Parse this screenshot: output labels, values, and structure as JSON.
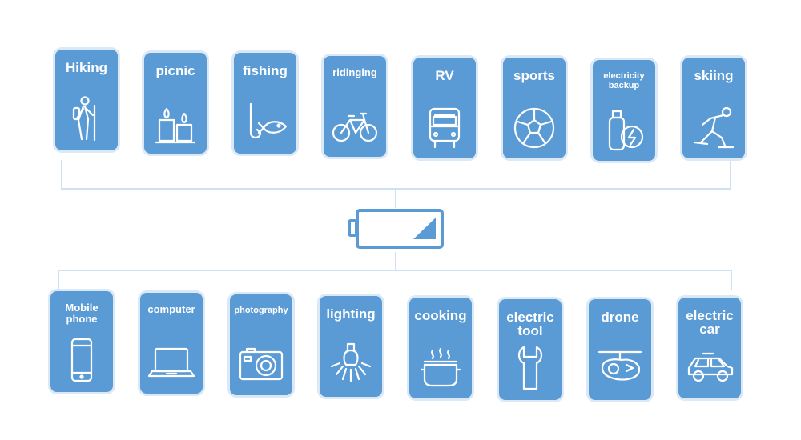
{
  "colors": {
    "tile": "#5b9bd5",
    "tile_glow": "#dbe9f6",
    "connector": "#cfe0f1",
    "label": "#ffffff"
  },
  "battery": {
    "icon": "battery-icon"
  },
  "outdoor_scenarios": [
    {
      "label": "Hiking",
      "icon": "hiker-icon"
    },
    {
      "label": "picnic",
      "icon": "candles-icon"
    },
    {
      "label": "fishing",
      "icon": "fish-hook-icon"
    },
    {
      "label": "ridinging",
      "icon": "bicycle-icon"
    },
    {
      "label": "RV",
      "icon": "bus-icon"
    },
    {
      "label": "sports",
      "icon": "soccer-ball-icon"
    },
    {
      "label": "electricity backup",
      "icon": "power-bank-icon"
    },
    {
      "label": "skiing",
      "icon": "skier-icon"
    }
  ],
  "devices": [
    {
      "label": "Mobile phone",
      "icon": "mobile-phone-icon"
    },
    {
      "label": "computer",
      "icon": "laptop-icon"
    },
    {
      "label": "photography",
      "icon": "camera-icon"
    },
    {
      "label": "lighting",
      "icon": "light-bulb-icon"
    },
    {
      "label": "cooking",
      "icon": "cooking-pot-icon"
    },
    {
      "label": "electric tool",
      "icon": "wrench-icon"
    },
    {
      "label": "drone",
      "icon": "drone-icon"
    },
    {
      "label": "electric car",
      "icon": "car-icon"
    }
  ]
}
